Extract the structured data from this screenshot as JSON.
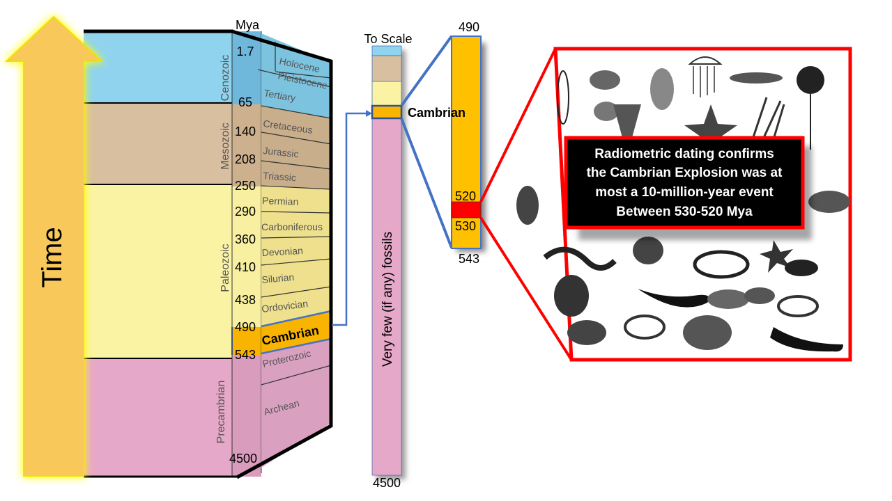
{
  "time_arrow": {
    "label": "Time"
  },
  "column": {
    "unit_label": "Mya",
    "eras": [
      "Cenozoic",
      "Mesozoic",
      "Paleozoic",
      "Precambrian"
    ],
    "ages": [
      "1.7",
      "65",
      "140",
      "208",
      "250",
      "290",
      "360",
      "410",
      "438",
      "490",
      "543",
      "4500"
    ],
    "periods": [
      "Holocene",
      "Pleistocene",
      "Tertiary",
      "Cretaceous",
      "Jurassic",
      "Triassic",
      "Permian",
      "Carboniferous",
      "Devonian",
      "Silurian",
      "Ordovician",
      "Cambrian",
      "Proterozoic",
      "Archean"
    ]
  },
  "to_scale": {
    "title": "To Scale",
    "cambrian_label": "Cambrian",
    "fossil_note": "Very few (if any) fossils",
    "bottom_age": "4500"
  },
  "zoom_bar": {
    "top_age": "490",
    "upper_event_age": "520",
    "lower_event_age": "530",
    "bottom_age": "543"
  },
  "callout": {
    "lines": [
      "Radiometric dating confirms",
      "the Cambrian Explosion was at",
      "most a 10-million-year event",
      "Between 530-520 Mya"
    ]
  },
  "colors": {
    "cenozoic": "#8fd3ee",
    "mesozoic": "#d8bfa0",
    "paleozoic": "#fbf3a4",
    "cambrian": "#f8b400",
    "precambrian": "#e6a8c8",
    "connector": "#4472c4",
    "highlight": "#ff0000",
    "arrow": "#f9c85a"
  }
}
